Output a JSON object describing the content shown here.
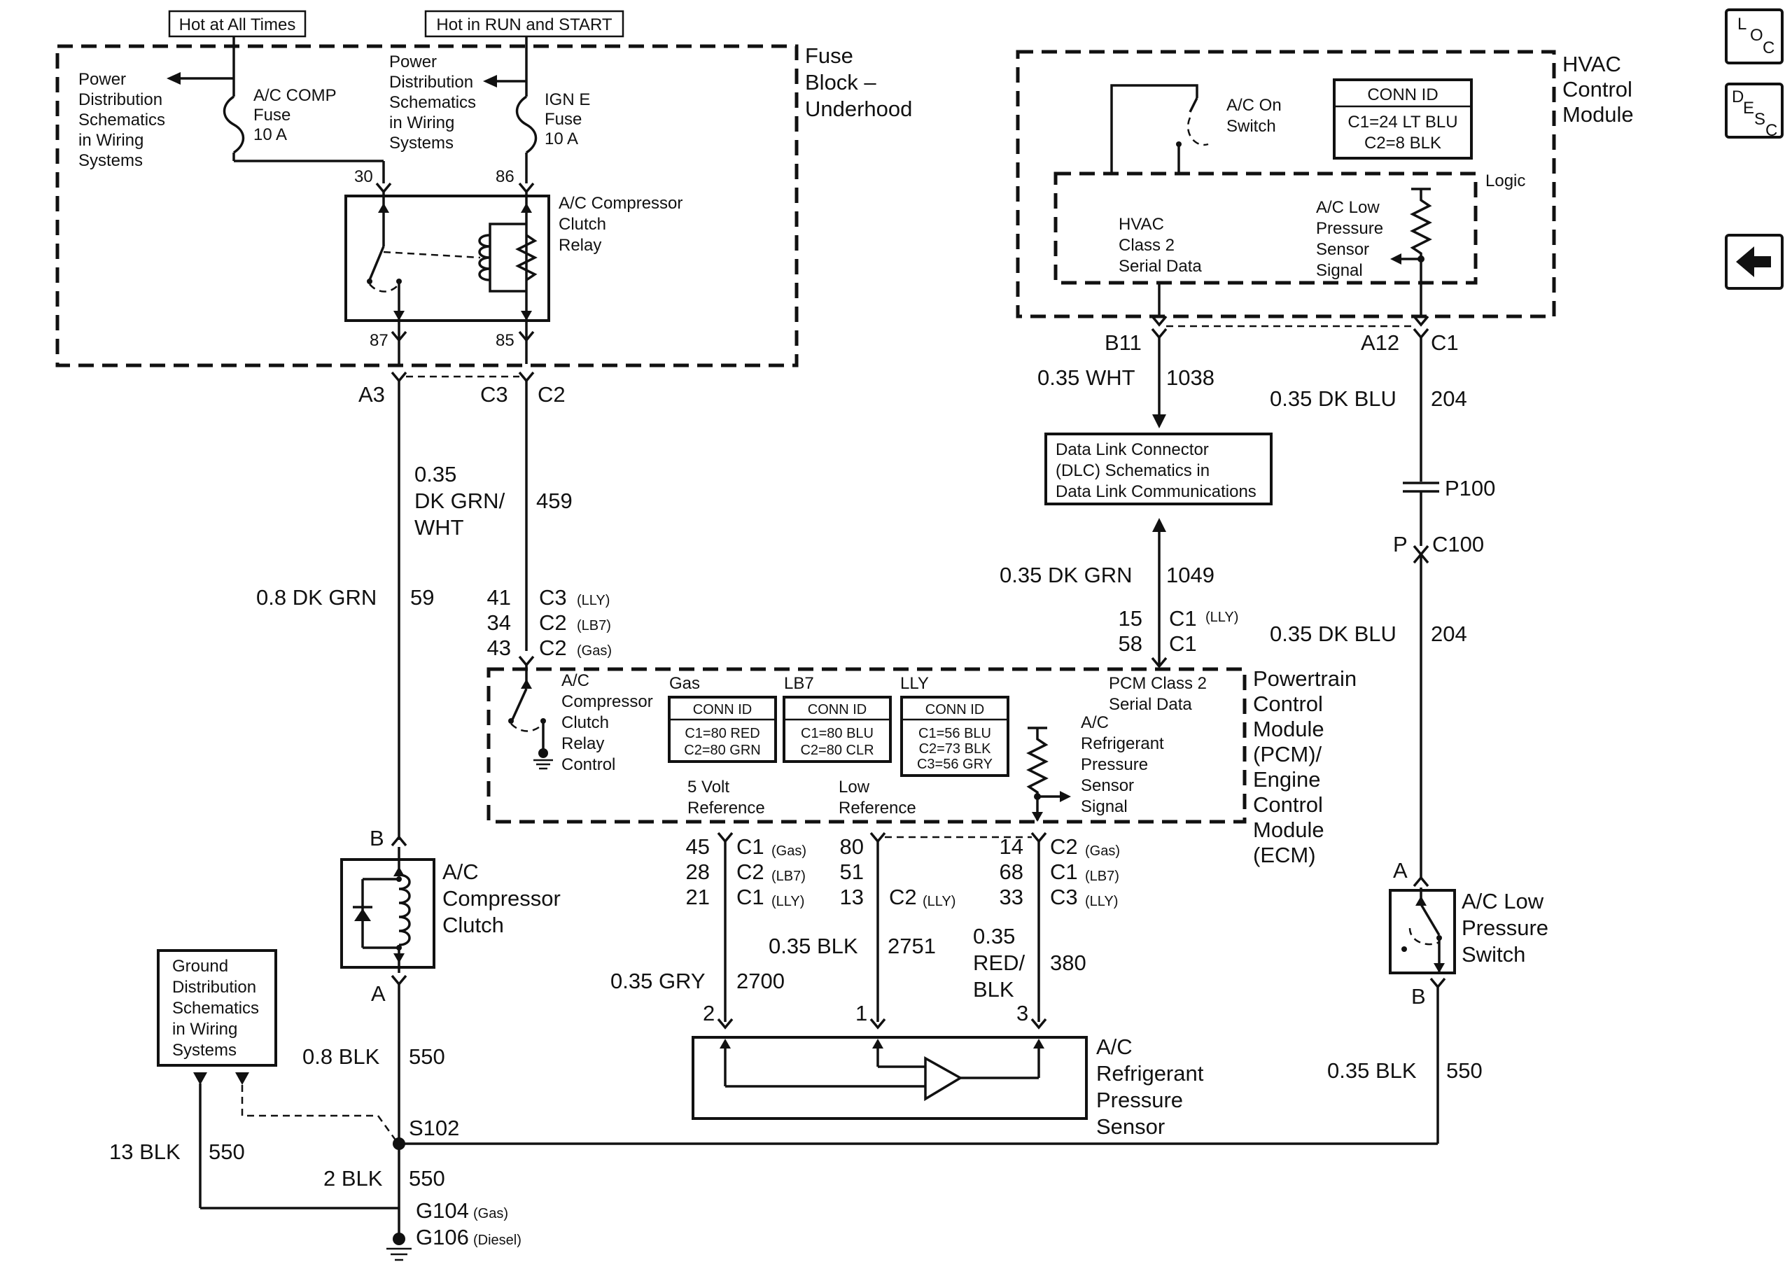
{
  "labels": {
    "hot_all_times": "Hot at All Times",
    "hot_run_start": "Hot in RUN and START",
    "fuse_block": [
      "Fuse",
      "Block –",
      "Underhood"
    ],
    "power_dist_left": [
      "Power",
      "Distribution",
      "Schematics",
      "in Wiring",
      "Systems"
    ],
    "power_dist_mid": [
      "Power",
      "Distribution",
      "Schematics",
      "in Wiring",
      "Systems"
    ],
    "ac_comp_fuse": [
      "A/C COMP",
      "Fuse",
      "10 A"
    ],
    "ign_e_fuse": [
      "IGN E",
      "Fuse",
      "10 A"
    ],
    "relay_label": [
      "A/C Compressor",
      "Clutch",
      "Relay"
    ],
    "hvac_module": [
      "HVAC",
      "Control",
      "Module"
    ],
    "ac_on_switch": [
      "A/C On",
      "Switch"
    ],
    "hvac_conn_id": [
      "CONN ID",
      "C1=24 LT BLU",
      "C2=8 BLK"
    ],
    "logic": "Logic",
    "hvac_serial": [
      "HVAC",
      "Class 2",
      "Serial Data"
    ],
    "ac_low_pressure_signal": [
      "A/C Low",
      "Pressure",
      "Sensor",
      "Signal"
    ],
    "dlc": [
      "Data Link Connector",
      "(DLC) Schematics in",
      "Data Link Communications"
    ],
    "pcm": [
      "Powertrain",
      "Control",
      "Module",
      "(PCM)/",
      "Engine",
      "Control",
      "Module",
      "(ECM)"
    ],
    "pcm_relay_ctrl": [
      "A/C",
      "Compressor",
      "Clutch",
      "Relay",
      "Control"
    ],
    "gas": "Gas",
    "lb7": "LB7",
    "lly": "LLY",
    "conn_gas": [
      "CONN ID",
      "C1=80 RED",
      "C2=80 GRN"
    ],
    "conn_lb7": [
      "CONN ID",
      "C1=80 BLU",
      "C2=80 CLR"
    ],
    "conn_lly": [
      "CONN ID",
      "C1=56 BLU",
      "C2=73 BLK",
      "C3=56 GRY"
    ],
    "pcm_class2": [
      "PCM Class 2",
      "Serial Data"
    ],
    "pcm_refrig_signal": [
      "A/C",
      "Refrigerant",
      "Pressure",
      "Sensor",
      "Signal"
    ],
    "five_volt": [
      "5 Volt",
      "Reference"
    ],
    "low_ref": [
      "Low",
      "Reference"
    ],
    "ac_clutch": [
      "A/C",
      "Compressor",
      "Clutch"
    ],
    "ground_dist": [
      "Ground",
      "Distribution",
      "Schematics",
      "in Wiring",
      "Systems"
    ],
    "refrig_sensor": [
      "A/C",
      "Refrigerant",
      "Pressure",
      "Sensor"
    ],
    "low_pressure_switch": [
      "A/C Low",
      "Pressure",
      "Switch"
    ],
    "p100": "P100",
    "s102": "S102",
    "g104": "G104",
    "g104_sfx": "(Gas)",
    "g106": "G106",
    "g106_sfx": "(Diesel)"
  },
  "pins": {
    "p30": "30",
    "p86": "86",
    "p87": "87",
    "p85": "85",
    "a3": "A3",
    "c3": "C3",
    "c2": "C2",
    "b11": "B11",
    "a12": "A12",
    "c1": "C1",
    "p": "P",
    "c100": "C100",
    "b_clutch": "B",
    "a_clutch": "A",
    "a_switch": "A",
    "b_switch": "B",
    "s_pin2": "2",
    "s_pin1": "1",
    "s_pin3": "3"
  },
  "wires": {
    "w_wht": "0.35 WHT",
    "n_1038": "1038",
    "w_dkblu_top": "0.35 DK BLU",
    "n_204_top": "204",
    "w_dkgrn_1049": "0.35 DK GRN",
    "n_1049": "1049",
    "w_dkblu_mid": "0.35 DK BLU",
    "n_204_mid": "204",
    "w_dkgrnwht": [
      "0.35",
      "DK GRN/",
      "WHT"
    ],
    "n_459": "459",
    "w_dkgrn_08": "0.8 DK GRN",
    "n_59": "59",
    "w_blk_08": "0.8 BLK",
    "n_550_a": "550",
    "w_13blk": "13 BLK",
    "n_550_b": "550",
    "w_2blk": "2 BLK",
    "n_550_c": "550",
    "w_gry": "0.35 GRY",
    "n_2700": "2700",
    "w_blk_035": "0.35 BLK",
    "n_2751": "2751",
    "w_redblk": [
      "0.35",
      "RED/",
      "BLK"
    ],
    "n_380": "380",
    "w_blk_sw": "0.35 BLK",
    "n_550_d": "550"
  },
  "pcm_pins": {
    "relay_ctrl": [
      {
        "num": "41",
        "conn": "C3",
        "sfx": "(LLY)"
      },
      {
        "num": "34",
        "conn": "C2",
        "sfx": "(LB7)"
      },
      {
        "num": "43",
        "conn": "C2",
        "sfx": "(Gas)"
      }
    ],
    "serial": [
      {
        "num": "15",
        "conn": "C1",
        "sfx": "(LLY)"
      },
      {
        "num": "58",
        "conn": "C1",
        "sfx": ""
      }
    ],
    "five_volt": [
      {
        "num": "45",
        "conn": "C1",
        "sfx": "(Gas)"
      },
      {
        "num": "28",
        "conn": "C2",
        "sfx": "(LB7)"
      },
      {
        "num": "21",
        "conn": "C1",
        "sfx": "(LLY)"
      }
    ],
    "low_ref": [
      {
        "num": "80",
        "conn": "",
        "sfx": ""
      },
      {
        "num": "51",
        "conn": "",
        "sfx": ""
      },
      {
        "num": "13",
        "conn": "C2",
        "sfx": "(LLY)"
      }
    ],
    "signal": [
      {
        "num": "14",
        "conn": "C2",
        "sfx": "(Gas)"
      },
      {
        "num": "68",
        "conn": "C1",
        "sfx": "(LB7)"
      },
      {
        "num": "33",
        "conn": "C3",
        "sfx": "(LLY)"
      }
    ]
  },
  "nav": {
    "loc": [
      "L",
      "O",
      "C"
    ],
    "desc": [
      "D",
      "E",
      "S",
      "C"
    ],
    "back_icon": "left-arrow-icon"
  }
}
